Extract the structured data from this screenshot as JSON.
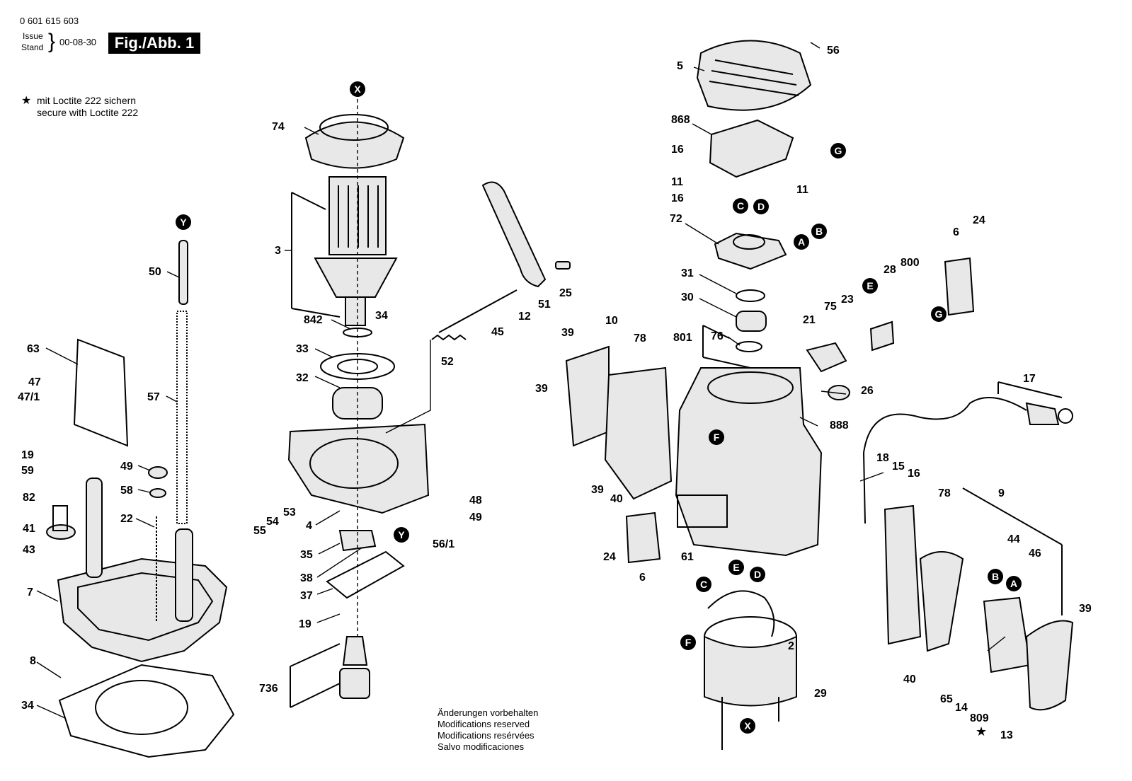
{
  "header": {
    "doc_number": "0 601 615 603",
    "issue_label": "Issue",
    "stand_label": "Stand",
    "date": "00-08-30",
    "figure": "Fig./Abb. 1"
  },
  "note": {
    "line_de": "mit Loctite 222 sichern",
    "line_en": "secure with Loctite 222"
  },
  "footer": {
    "lines": [
      "Änderungen vorbehalten",
      "Modifications reserved",
      "Modifications resérvées",
      "Salvo modificaciones"
    ]
  },
  "callouts": [
    "X",
    "Y",
    "A",
    "B",
    "C",
    "D",
    "E",
    "F",
    "G"
  ],
  "part_numbers": [
    "2",
    "3",
    "4",
    "5",
    "6",
    "7",
    "8",
    "9",
    "10",
    "11",
    "12",
    "13",
    "14",
    "15",
    "16",
    "17",
    "18",
    "19",
    "21",
    "22",
    "23",
    "24",
    "25",
    "26",
    "28",
    "29",
    "30",
    "31",
    "32",
    "33",
    "34",
    "35",
    "37",
    "38",
    "39",
    "40",
    "41",
    "43",
    "44",
    "45",
    "46",
    "47",
    "47/1",
    "48",
    "49",
    "50",
    "51",
    "52",
    "53",
    "54",
    "55",
    "56",
    "56/1",
    "57",
    "58",
    "59",
    "61",
    "63",
    "65",
    "72",
    "74",
    "75",
    "76",
    "78",
    "82",
    "736",
    "800",
    "801",
    "809",
    "842",
    "868",
    "888"
  ]
}
